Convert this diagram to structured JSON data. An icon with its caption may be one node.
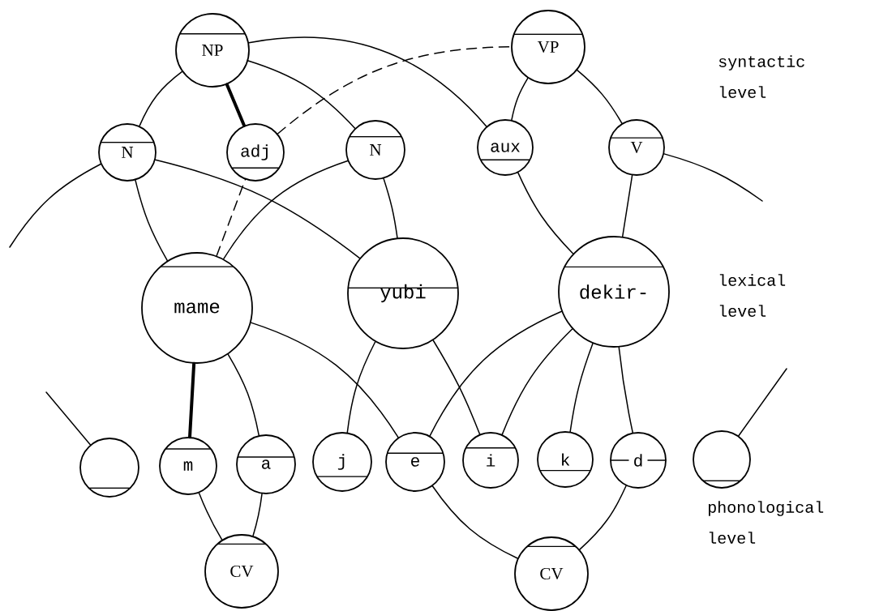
{
  "diagram": {
    "nodes": [
      {
        "text": [
          "NP"
        ]
      },
      {
        "text": [
          "VP"
        ]
      },
      {
        "text": [
          "N"
        ]
      },
      {
        "text": [
          "adj"
        ]
      },
      {
        "text": [
          "N"
        ]
      },
      {
        "text": [
          "aux"
        ]
      },
      {
        "text": [
          "V"
        ]
      },
      {
        "text": [
          "mame"
        ]
      },
      {
        "text": [
          "yubi"
        ]
      },
      {
        "text": [
          "dekir-"
        ]
      },
      {
        "text": [],
        "shape": "circle"
      },
      {
        "text": [
          "m"
        ]
      },
      {
        "text": [
          "a"
        ]
      },
      {
        "text": [
          "j"
        ]
      },
      {
        "text": [
          "e"
        ]
      },
      {
        "text": [
          "i"
        ]
      },
      {
        "text": [
          "k"
        ]
      },
      {
        "text": [
          "d"
        ]
      },
      {
        "text": [],
        "shape": "circle"
      },
      {
        "text": [
          "CV"
        ]
      },
      {
        "text": [
          "CV"
        ]
      }
    ],
    "edges": [
      {
        "from": 0,
        "to": 2,
        "arrow": "none"
      },
      {
        "from": 0,
        "to": 3,
        "arrow": "none",
        "style": "thick"
      },
      {
        "from": 0,
        "to": 4,
        "arrow": "none"
      },
      {
        "from": 0,
        "to": 5,
        "arrow": "none"
      },
      {
        "from": 3,
        "to": 1,
        "arrow": "none",
        "style": "dashed"
      },
      {
        "from": 7,
        "to": 3,
        "arrow": "none",
        "style": "dashed"
      },
      {
        "from": 1,
        "to": 5,
        "arrow": "none"
      },
      {
        "from": 1,
        "to": 6,
        "arrow": "none"
      },
      {
        "from": 2,
        "to": null,
        "arrow": "none"
      },
      {
        "from": 2,
        "to": 7,
        "arrow": "none"
      },
      {
        "from": 2,
        "to": 8,
        "arrow": "none"
      },
      {
        "from": 4,
        "to": 7,
        "arrow": "none"
      },
      {
        "from": 4,
        "to": 8,
        "arrow": "none"
      },
      {
        "from": 5,
        "to": 9,
        "arrow": "none"
      },
      {
        "from": 6,
        "to": 9,
        "arrow": "none"
      },
      {
        "from": 6,
        "to": null,
        "arrow": "none"
      },
      {
        "from": 7,
        "to": 11,
        "arrow": "none",
        "style": "thick"
      },
      {
        "from": 7,
        "to": 12,
        "arrow": "none"
      },
      {
        "from": 7,
        "to": 14,
        "arrow": "none"
      },
      {
        "from": 8,
        "to": 13,
        "arrow": "none"
      },
      {
        "from": 8,
        "to": 15,
        "arrow": "none"
      },
      {
        "from": 9,
        "to": 14,
        "arrow": "none"
      },
      {
        "from": 9,
        "to": 15,
        "arrow": "none"
      },
      {
        "from": 9,
        "to": 16,
        "arrow": "none"
      },
      {
        "from": 9,
        "to": 17,
        "arrow": "none"
      },
      {
        "from": 10,
        "to": null,
        "arrow": "none"
      },
      {
        "from": 18,
        "to": null,
        "arrow": "none"
      },
      {
        "from": 11,
        "to": 19,
        "arrow": "none"
      },
      {
        "from": 12,
        "to": 19,
        "arrow": "none"
      },
      {
        "from": 14,
        "to": 20,
        "arrow": "none"
      },
      {
        "from": 17,
        "to": 20,
        "arrow": "none"
      }
    ],
    "labels": [
      "syntactic level",
      "lexical level",
      "phonological level"
    ]
  }
}
